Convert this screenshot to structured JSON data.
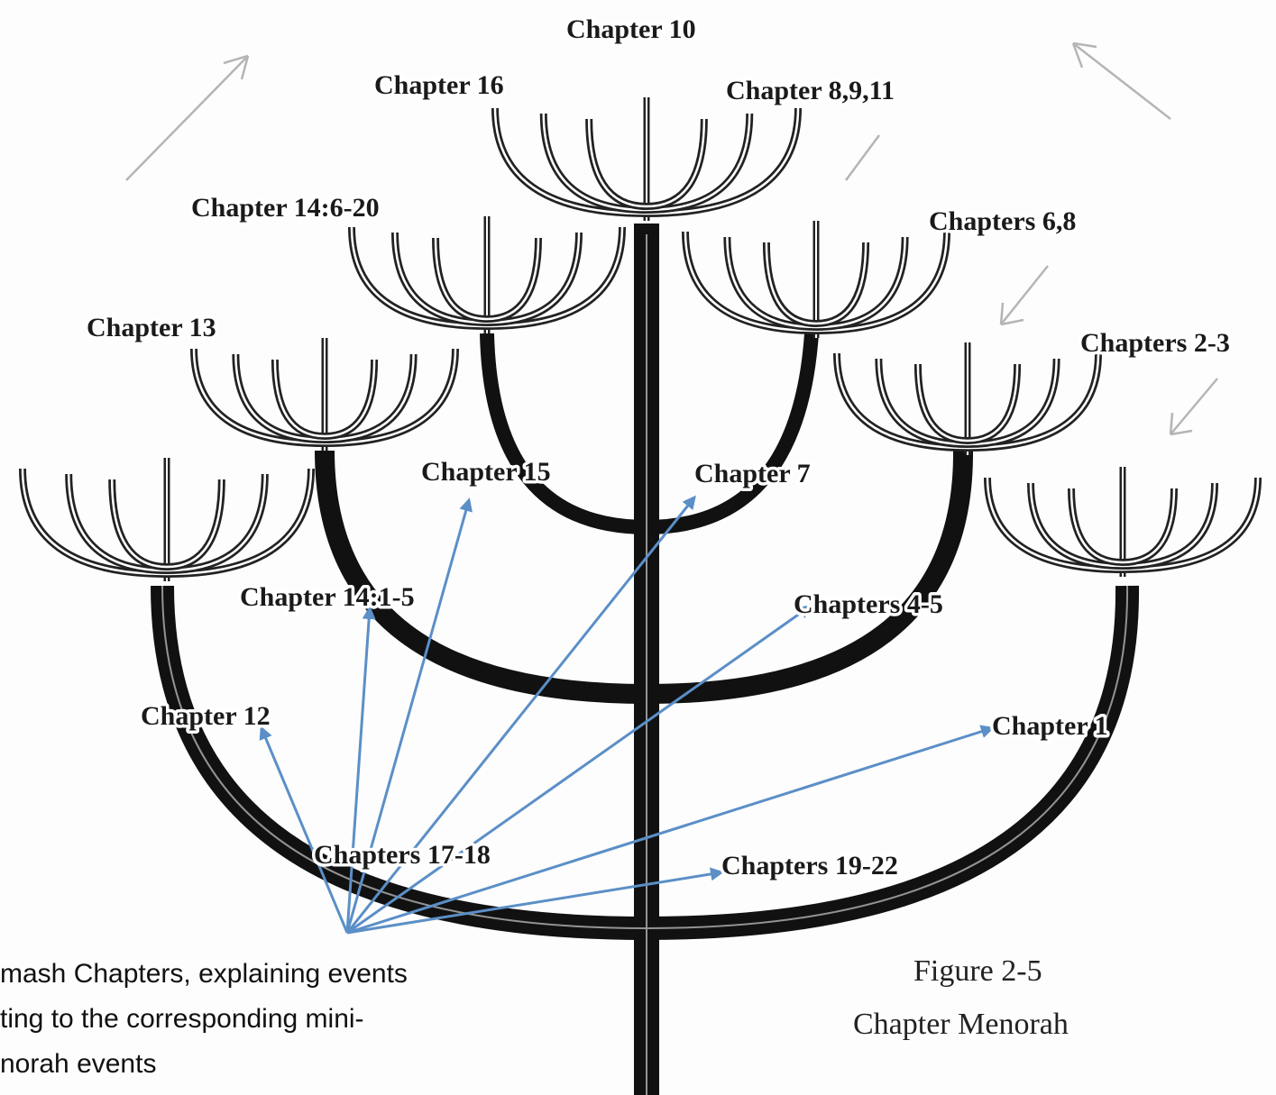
{
  "labels": {
    "ch10": "Chapter 10",
    "ch16": "Chapter 16",
    "ch8_9_11": "Chapter 8,9,11",
    "ch14_6_20": "Chapter 14:6-20",
    "ch6_8": "Chapters 6,8",
    "ch13": "Chapter 13",
    "ch2_3": "Chapters 2-3",
    "ch15": "Chapter 15",
    "ch7": "Chapter 7",
    "ch14_1_5": "Chapter 14:1-5",
    "ch4_5": "Chapters 4-5",
    "ch12": "Chapter 12",
    "ch1": "Chapter 1",
    "ch17_18": "Chapters 17-18",
    "ch19_22": "Chapters 19-22"
  },
  "figure": {
    "number": "Figure 2-5",
    "title": "Chapter Menorah"
  },
  "note": {
    "line1": "mash Chapters, explaining events",
    "line2": "ting to the corresponding mini-",
    "line3": "norah events"
  },
  "colors": {
    "arrow": "#5b8fc7",
    "menorah": "#111111",
    "faint_arrow": "#b5b5b5"
  }
}
